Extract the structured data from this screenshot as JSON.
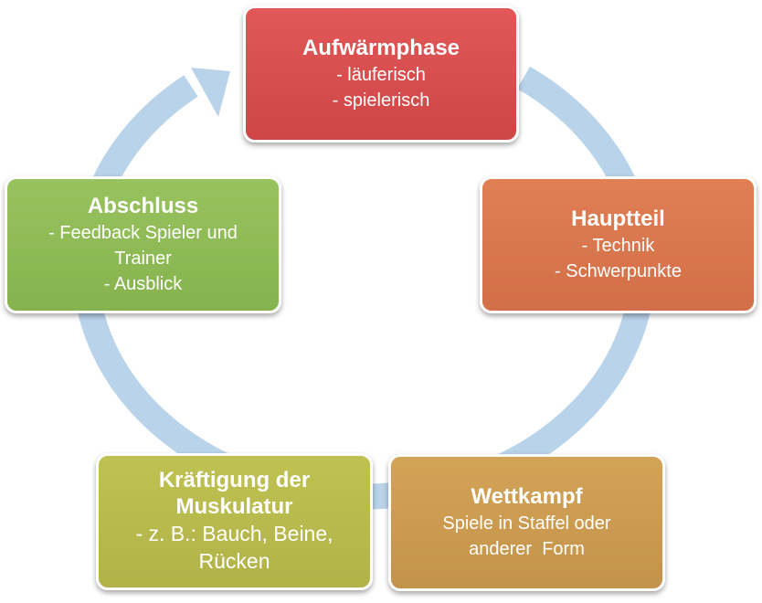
{
  "diagram": {
    "type": "cycle",
    "arrow_color": "#b9d3ea",
    "nodes": [
      {
        "key": "aufwaermphase",
        "title": "Aufwärmphase",
        "lines": [
          "- läuferisch",
          "- spielerisch"
        ],
        "color": "#d94f4f"
      },
      {
        "key": "hauptteil",
        "title": "Hauptteil",
        "lines": [
          "- Technik",
          "- Schwerpunkte"
        ],
        "color": "#da764e"
      },
      {
        "key": "wettkampf",
        "title": "Wettkampf",
        "lines": [
          "Spiele in Staffel oder",
          "anderer  Form"
        ],
        "color": "#cc9b50"
      },
      {
        "key": "kraeftigung",
        "title": "Kräftigung der Muskulatur",
        "lines": [
          "- z. B.: Bauch, Beine,",
          "Rücken"
        ],
        "color": "#b8ba4d"
      },
      {
        "key": "abschluss",
        "title": "Abschluss",
        "lines": [
          "- Feedback Spieler und",
          "Trainer",
          "- Ausblick"
        ],
        "color": "#8fbc55"
      }
    ]
  }
}
